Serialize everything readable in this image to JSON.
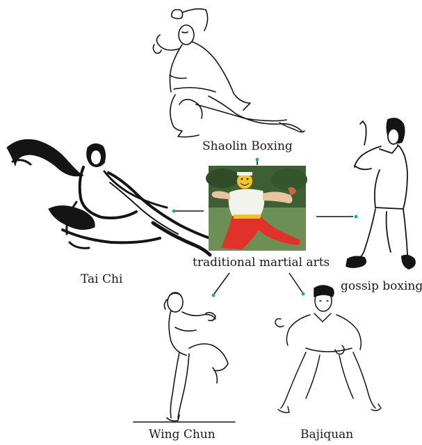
{
  "center": {
    "label": "traditional martial arts"
  },
  "branches": [
    {
      "id": "shaolin",
      "label": "Shaolin Boxing"
    },
    {
      "id": "gossip",
      "label": "gossip boxing"
    },
    {
      "id": "taichi",
      "label": "Tai Chi"
    },
    {
      "id": "wingchun",
      "label": "Wing Chun"
    },
    {
      "id": "bajiquan",
      "label": "Bajiquan"
    }
  ],
  "colors": {
    "connector": "#111111",
    "dot": "#1aa7a7",
    "ink": "#141414",
    "costume_red": "#e0322b",
    "costume_white": "#f3f3ee",
    "grass": "#4c7a3a",
    "mask": "#f4c430"
  },
  "icons": {
    "center_photo": "martial-artist-photo",
    "mask": "smiley-face-icon"
  }
}
